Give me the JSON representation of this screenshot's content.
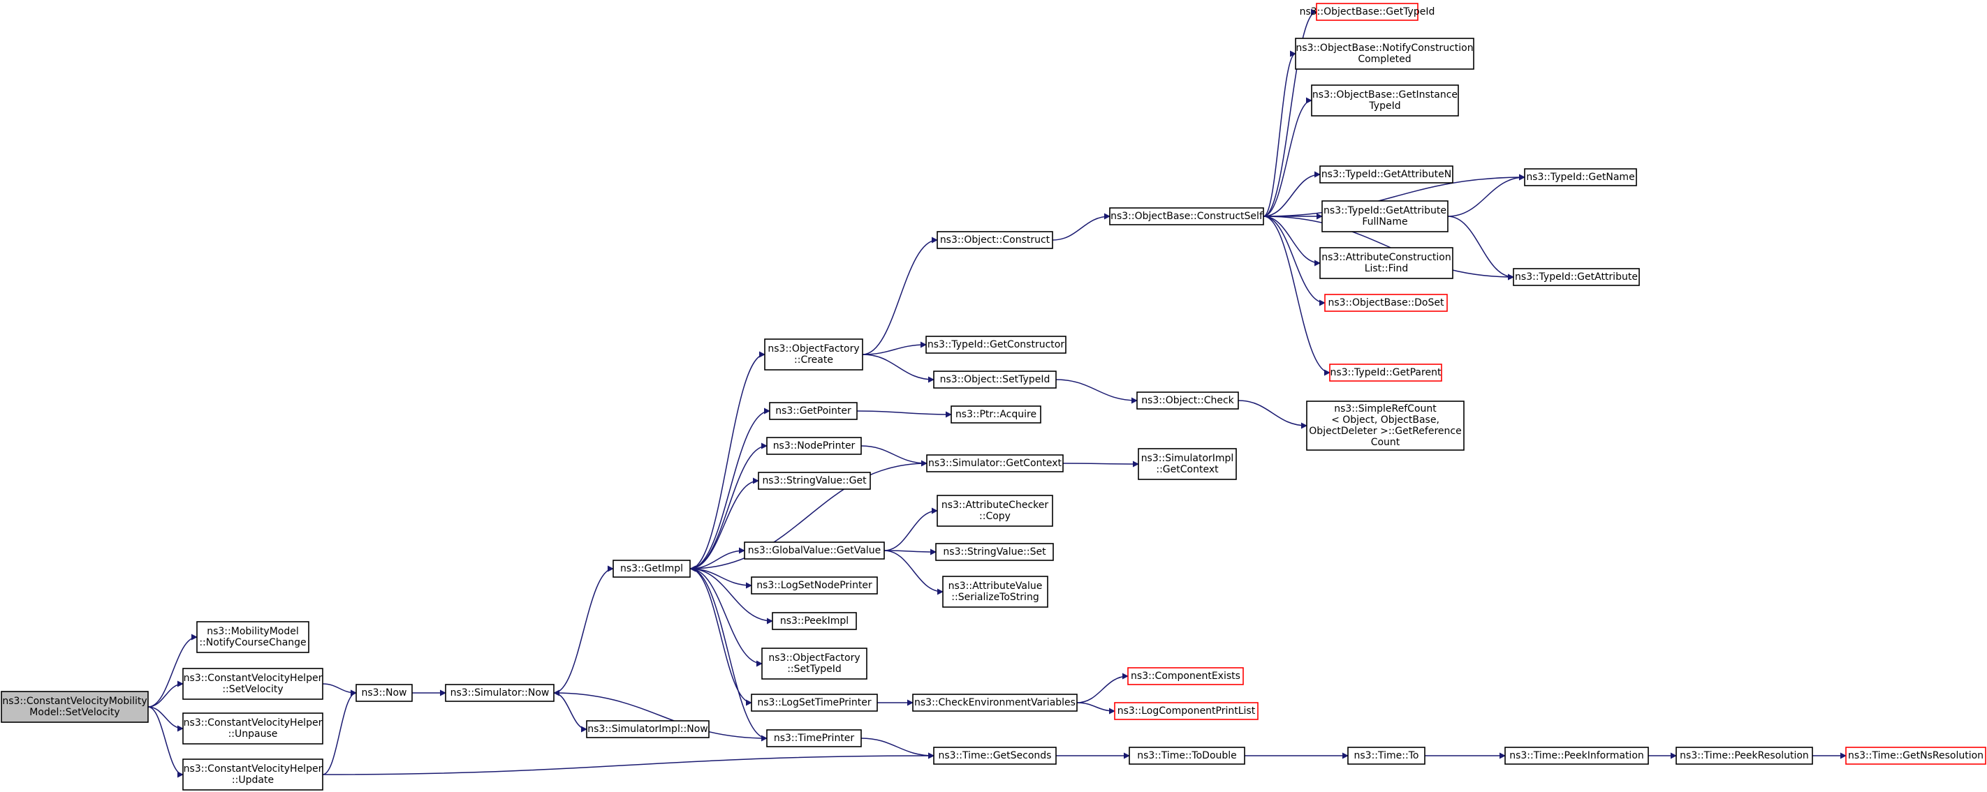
{
  "graph": {
    "type": "call-graph",
    "colors": {
      "edge": "#191970",
      "root_fill": "#bfbfbf",
      "external_border": "#ff0000",
      "node_border": "#000000"
    },
    "nodes": [
      {
        "id": "root",
        "lines": [
          "ns3::ConstantVelocityMobility",
          "Model::SetVelocity"
        ],
        "style": "root"
      },
      {
        "id": "mm_ncc",
        "lines": [
          "ns3::MobilityModel",
          "::NotifyCourseChange"
        ]
      },
      {
        "id": "cvh_setvel",
        "lines": [
          "ns3::ConstantVelocityHelper",
          "::SetVelocity"
        ]
      },
      {
        "id": "cvh_unpause",
        "lines": [
          "ns3::ConstantVelocityHelper",
          "::Unpause"
        ]
      },
      {
        "id": "cvh_update",
        "lines": [
          "ns3::ConstantVelocityHelper",
          "::Update"
        ]
      },
      {
        "id": "now",
        "lines": [
          "ns3::Now"
        ]
      },
      {
        "id": "sim_now",
        "lines": [
          "ns3::Simulator::Now"
        ]
      },
      {
        "id": "simimpl_now",
        "lines": [
          "ns3::SimulatorImpl::Now"
        ]
      },
      {
        "id": "getimpl",
        "lines": [
          "ns3::GetImpl"
        ]
      },
      {
        "id": "of_create",
        "lines": [
          "ns3::ObjectFactory",
          "::Create"
        ]
      },
      {
        "id": "getpointer",
        "lines": [
          "ns3::GetPointer"
        ]
      },
      {
        "id": "nodeprinter",
        "lines": [
          "ns3::NodePrinter"
        ]
      },
      {
        "id": "stringvalue_get",
        "lines": [
          "ns3::StringValue::Get"
        ]
      },
      {
        "id": "gv_getvalue",
        "lines": [
          "ns3::GlobalValue::GetValue"
        ]
      },
      {
        "id": "logsetnodeprinter",
        "lines": [
          "ns3::LogSetNodePrinter"
        ]
      },
      {
        "id": "peekimpl",
        "lines": [
          "ns3::PeekImpl"
        ]
      },
      {
        "id": "of_settypeid",
        "lines": [
          "ns3::ObjectFactory",
          "::SetTypeId"
        ]
      },
      {
        "id": "logsettimeprinter",
        "lines": [
          "ns3::LogSetTimePrinter"
        ]
      },
      {
        "id": "timeprinter",
        "lines": [
          "ns3::TimePrinter"
        ]
      },
      {
        "id": "object_construct",
        "lines": [
          "ns3::Object::Construct"
        ]
      },
      {
        "id": "typeid_getconstructor",
        "lines": [
          "ns3::TypeId::GetConstructor"
        ]
      },
      {
        "id": "object_settypeid",
        "lines": [
          "ns3::Object::SetTypeId"
        ]
      },
      {
        "id": "ptr_acquire",
        "lines": [
          "ns3::Ptr::Acquire"
        ]
      },
      {
        "id": "sim_getcontext",
        "lines": [
          "ns3::Simulator::GetContext"
        ]
      },
      {
        "id": "attrchecker_copy",
        "lines": [
          "ns3::AttributeChecker",
          "::Copy"
        ]
      },
      {
        "id": "stringvalue_set",
        "lines": [
          "ns3::StringValue::Set"
        ]
      },
      {
        "id": "attrvalue_serialize",
        "lines": [
          "ns3::AttributeValue",
          "::SerializeToString"
        ]
      },
      {
        "id": "checkenv",
        "lines": [
          "ns3::CheckEnvironmentVariables"
        ]
      },
      {
        "id": "time_getseconds",
        "lines": [
          "ns3::Time::GetSeconds"
        ]
      },
      {
        "id": "ob_constructself",
        "lines": [
          "ns3::ObjectBase::ConstructSelf"
        ]
      },
      {
        "id": "object_check",
        "lines": [
          "ns3::Object::Check"
        ]
      },
      {
        "id": "simimpl_getcontext",
        "lines": [
          "ns3::SimulatorImpl",
          "::GetContext"
        ]
      },
      {
        "id": "componentexists",
        "lines": [
          "ns3::ComponentExists"
        ],
        "style": "external"
      },
      {
        "id": "logcomponentprintlist",
        "lines": [
          "ns3::LogComponentPrintList"
        ],
        "style": "external"
      },
      {
        "id": "time_todouble",
        "lines": [
          "ns3::Time::ToDouble"
        ]
      },
      {
        "id": "ob_gettypeid",
        "lines": [
          "ns3::ObjectBase::GetTypeId"
        ],
        "style": "external"
      },
      {
        "id": "ob_notifyconstruction",
        "lines": [
          "ns3::ObjectBase::NotifyConstruction",
          "Completed"
        ]
      },
      {
        "id": "ob_getinstancetypeid",
        "lines": [
          "ns3::ObjectBase::GetInstance",
          "TypeId"
        ]
      },
      {
        "id": "typeid_getattributen",
        "lines": [
          "ns3::TypeId::GetAttributeN"
        ]
      },
      {
        "id": "typeid_getattributefullname",
        "lines": [
          "ns3::TypeId::GetAttribute",
          "FullName"
        ]
      },
      {
        "id": "attrconstructionlist_find",
        "lines": [
          "ns3::AttributeConstruction",
          "List::Find"
        ]
      },
      {
        "id": "ob_doset",
        "lines": [
          "ns3::ObjectBase::DoSet"
        ],
        "style": "external"
      },
      {
        "id": "typeid_getparent",
        "lines": [
          "ns3::TypeId::GetParent"
        ],
        "style": "external"
      },
      {
        "id": "simplerefcount",
        "lines": [
          "ns3::SimpleRefCount",
          "< Object, ObjectBase,",
          "ObjectDeleter >::GetReference",
          "Count"
        ]
      },
      {
        "id": "time_to",
        "lines": [
          "ns3::Time::To"
        ]
      },
      {
        "id": "typeid_getname",
        "lines": [
          "ns3::TypeId::GetName"
        ]
      },
      {
        "id": "typeid_getattribute",
        "lines": [
          "ns3::TypeId::GetAttribute"
        ]
      },
      {
        "id": "time_peekinformation",
        "lines": [
          "ns3::Time::PeekInformation"
        ]
      },
      {
        "id": "time_peekresolution",
        "lines": [
          "ns3::Time::PeekResolution"
        ]
      },
      {
        "id": "time_getnsresolution",
        "lines": [
          "ns3::Time::GetNsResolution"
        ],
        "style": "external"
      }
    ],
    "edges": [
      [
        "root",
        "mm_ncc"
      ],
      [
        "root",
        "cvh_setvel"
      ],
      [
        "root",
        "cvh_unpause"
      ],
      [
        "root",
        "cvh_update"
      ],
      [
        "cvh_setvel",
        "now"
      ],
      [
        "cvh_update",
        "now"
      ],
      [
        "cvh_update",
        "time_getseconds"
      ],
      [
        "now",
        "sim_now"
      ],
      [
        "sim_now",
        "getimpl"
      ],
      [
        "sim_now",
        "simimpl_now"
      ],
      [
        "getimpl",
        "of_create"
      ],
      [
        "getimpl",
        "getpointer"
      ],
      [
        "getimpl",
        "nodeprinter"
      ],
      [
        "getimpl",
        "stringvalue_get"
      ],
      [
        "getimpl",
        "gv_getvalue"
      ],
      [
        "getimpl",
        "logsetnodeprinter"
      ],
      [
        "getimpl",
        "peekimpl"
      ],
      [
        "getimpl",
        "of_settypeid"
      ],
      [
        "getimpl",
        "logsettimeprinter"
      ],
      [
        "getimpl",
        "timeprinter"
      ],
      [
        "of_create",
        "object_construct"
      ],
      [
        "of_create",
        "typeid_getconstructor"
      ],
      [
        "of_create",
        "object_settypeid"
      ],
      [
        "getpointer",
        "ptr_acquire"
      ],
      [
        "nodeprinter",
        "sim_getcontext"
      ],
      [
        "sim_getcontext",
        "getimpl"
      ],
      [
        "sim_getcontext",
        "simimpl_getcontext"
      ],
      [
        "gv_getvalue",
        "attrchecker_copy"
      ],
      [
        "gv_getvalue",
        "stringvalue_set"
      ],
      [
        "gv_getvalue",
        "attrvalue_serialize"
      ],
      [
        "logsettimeprinter",
        "checkenv"
      ],
      [
        "checkenv",
        "componentexists"
      ],
      [
        "checkenv",
        "logcomponentprintlist"
      ],
      [
        "timeprinter",
        "sim_now"
      ],
      [
        "timeprinter",
        "time_getseconds"
      ],
      [
        "object_construct",
        "ob_constructself"
      ],
      [
        "object_settypeid",
        "object_check"
      ],
      [
        "object_check",
        "simplerefcount"
      ],
      [
        "time_getseconds",
        "time_todouble"
      ],
      [
        "time_todouble",
        "time_to"
      ],
      [
        "time_to",
        "time_peekinformation"
      ],
      [
        "time_peekinformation",
        "time_peekresolution"
      ],
      [
        "time_peekresolution",
        "time_getnsresolution"
      ],
      [
        "ob_constructself",
        "ob_gettypeid"
      ],
      [
        "ob_constructself",
        "ob_notifyconstruction"
      ],
      [
        "ob_constructself",
        "ob_getinstancetypeid"
      ],
      [
        "ob_constructself",
        "typeid_getname"
      ],
      [
        "ob_constructself",
        "typeid_getattributen"
      ],
      [
        "ob_constructself",
        "typeid_getattributefullname"
      ],
      [
        "ob_constructself",
        "attrconstructionlist_find"
      ],
      [
        "ob_constructself",
        "ob_doset"
      ],
      [
        "ob_constructself",
        "typeid_getattribute"
      ],
      [
        "ob_constructself",
        "typeid_getparent"
      ],
      [
        "typeid_getattributefullname",
        "typeid_getname"
      ],
      [
        "typeid_getattributefullname",
        "typeid_getattribute"
      ]
    ]
  }
}
